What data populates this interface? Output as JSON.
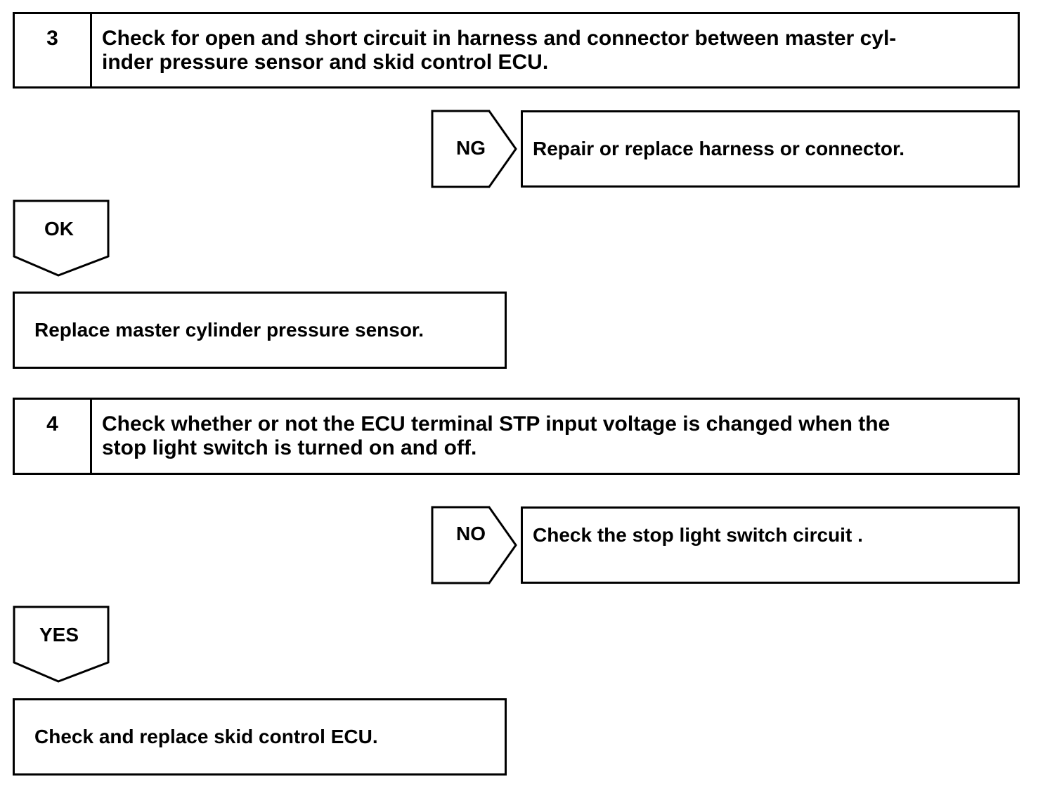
{
  "step3": {
    "number": "3",
    "text_line1": "Check for open and short circuit in harness and connector between master cyl-",
    "text_line2": "inder pressure sensor and skid control ECU.",
    "ng_label": "NG",
    "ng_action": "Repair or replace harness or connector.",
    "ok_label": "OK",
    "ok_action": "Replace master cylinder pressure sensor."
  },
  "step4": {
    "number": "4",
    "text_line1": "Check whether or not the ECU terminal STP input voltage is changed when the",
    "text_line2": "stop light switch is turned on and off.",
    "no_label": "NO",
    "no_action": "Check the stop light switch circuit .",
    "yes_label": "YES",
    "yes_action": "Check and replace skid control ECU."
  }
}
